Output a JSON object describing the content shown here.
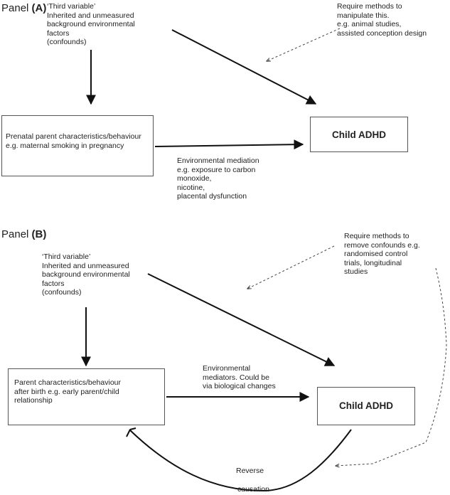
{
  "panel_a": {
    "panel_word": "Panel",
    "panel_letter": "(A)",
    "third_variable": "‘Third variable’\nInherited and unmeasured\nbackground environmental\nfactors\n(confounds)",
    "methods_note": "Require methods to\nmanipulate this.\ne.g. animal studies,\nassisted conception design",
    "exposure_box": "Prenatal parent characteristics/behaviour\ne.g. maternal smoking in pregnancy",
    "outcome_box": "Child ADHD",
    "mediation_note": "Environmental mediation\ne.g. exposure to carbon\nmonoxide,\nnicotine,\nplacental dysfunction"
  },
  "panel_b": {
    "panel_word": "Panel",
    "panel_letter": "(B)",
    "third_variable": "‘Third variable’\nInherited and unmeasured\nbackground environmental\nfactors\n(confounds)",
    "methods_note": "Require methods to\nremove confounds e.g.\nrandomised control\ntrials, longitudinal\nstudies",
    "exposure_box": "Parent characteristics/behaviour\nafter birth e.g. early parent/child\nrelationship",
    "mediators_note": "Environmental\nmediators.  Could be\nvia biological changes",
    "outcome_box": "Child ADHD",
    "reverse_1": "Reverse",
    "reverse_2": "causation"
  }
}
